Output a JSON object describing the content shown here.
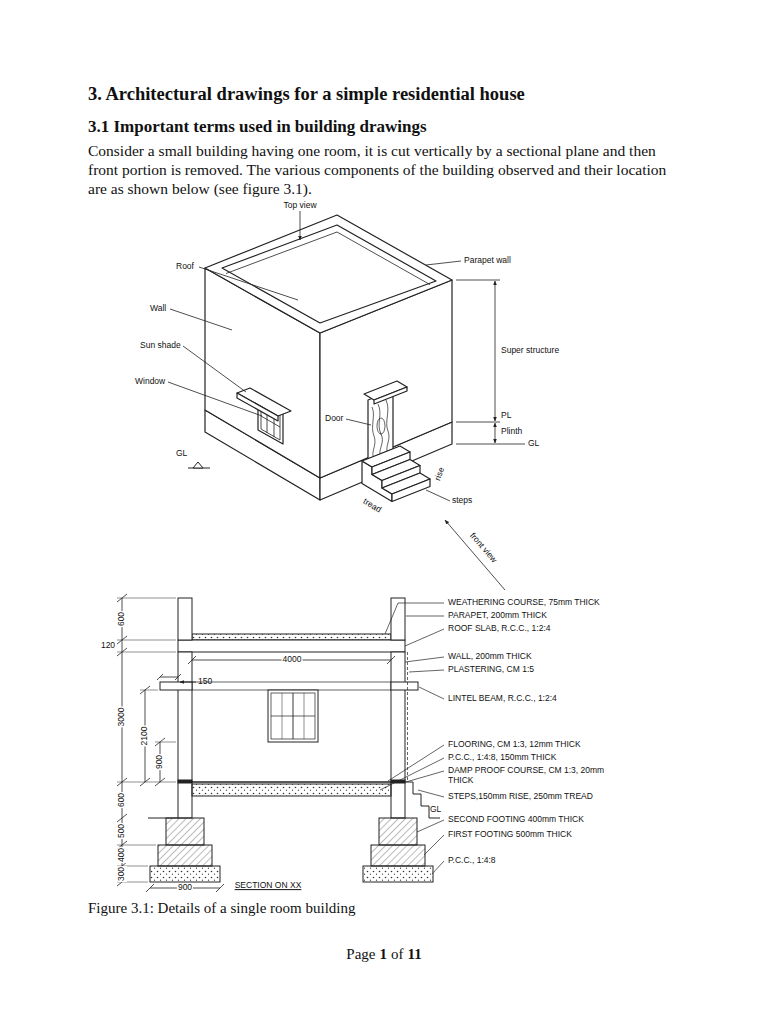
{
  "diagram": {
    "title": "3. Architectural drawings for a simple residential house",
    "caption": "Figure 3.1: Details of a single room building",
    "labels": [
      "3.1 Important terms used in building drawings",
      "Consider a small building having one room, it is cut vertically by a sectional plane and then front portion is removed. The various components of the building observed and their location are as shown below (see figure 3.1).",
      "Top view",
      "Roof",
      "Parapet wall",
      "Wall",
      "Sun shade",
      "Window",
      "Door",
      "Super structure",
      "PL",
      "Plinth",
      "GL",
      "GL",
      "rise",
      "tread",
      "steps",
      "front view",
      "600",
      "120",
      "3000",
      "2100",
      "900",
      "600",
      "500",
      "400",
      "300",
      "4000",
      "150",
      "900",
      "GL",
      "SECTION ON XX",
      "WEATHERING COURSE, 75mm THICK",
      "PARAPET, 200mm THICK",
      "ROOF SLAB, R.C.C., 1:2:4",
      "WALL, 200mm THICK",
      "PLASTERING, CM 1:5",
      "LINTEL BEAM, R.C.C., 1:2:4",
      "FLOORING, CM 1:3, 12mm THICK",
      "P.C.C., 1:4:8, 150mm THICK",
      "DAMP PROOF COURSE, CM 1:3, 20mm THICK",
      "STEPS,150mm RISE, 250mm TREAD",
      "SECOND FOOTING 400mm THICK",
      "FIRST FOOTING 500mm THICK",
      "P.C.C., 1:4:8",
      "Page",
      "1",
      "of",
      "11"
    ]
  }
}
